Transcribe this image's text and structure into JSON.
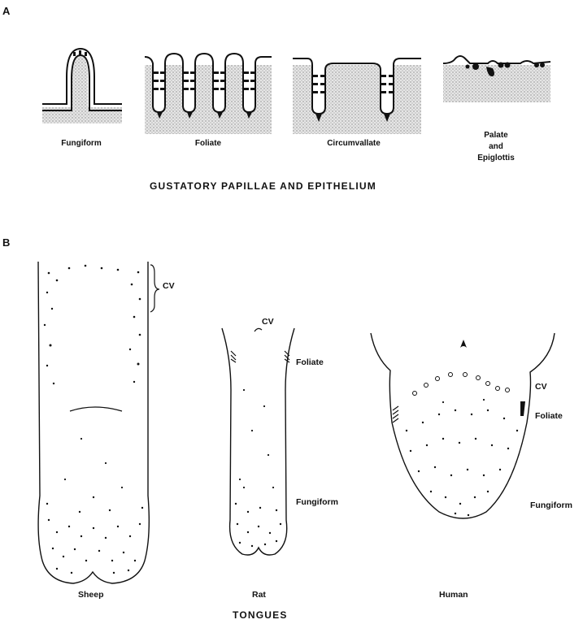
{
  "panel_a": {
    "letter": "A",
    "title": "GUSTATORY PAPILLAE AND EPITHELIUM",
    "papillae": [
      {
        "label": "Fungiform"
      },
      {
        "label": "Foliate"
      },
      {
        "label": "Circumvallate"
      },
      {
        "label_lines": [
          "Palate",
          "and",
          "Epiglottis"
        ]
      }
    ]
  },
  "panel_b": {
    "letter": "B",
    "title": "TONGUES",
    "tongues": [
      {
        "name": "Sheep",
        "labels": [
          "CV"
        ]
      },
      {
        "name": "Rat",
        "labels": [
          "CV",
          "Foliate",
          "Fungiform"
        ]
      },
      {
        "name": "Human",
        "labels": [
          "CV",
          "Foliate",
          "Fungiform"
        ]
      }
    ]
  }
}
